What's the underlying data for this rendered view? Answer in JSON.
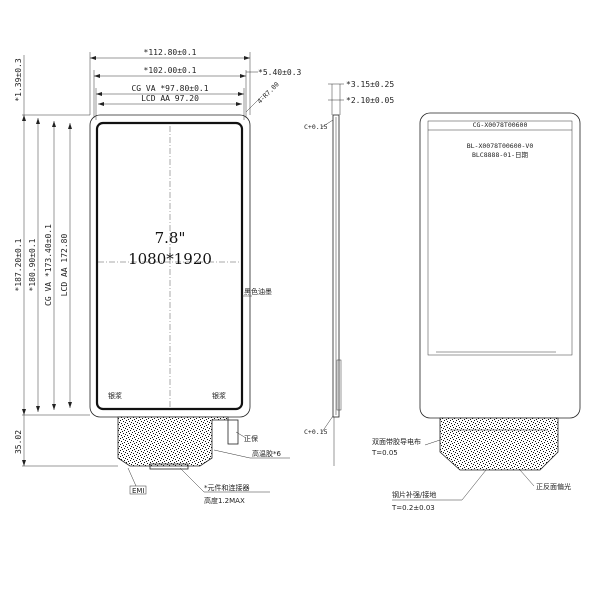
{
  "front_view": {
    "dims": {
      "outline_width": "*112.80±0.1",
      "cg_width": "*102.00±0.1",
      "cg_va_width": "CG VA *97.80±0.1",
      "lcd_aa_width": "LCD AA 97.20",
      "side_offset": "*5.40±0.3",
      "corner_radius": "4-R7.00",
      "top_offset": "*1.39±0.3",
      "outline_height": "*187.20±0.1",
      "cg_height": "*180.90±0.1",
      "cg_va_height": "CG VA *173.40±0.1",
      "lcd_aa_height": "LCD AA 172.80",
      "fpc_length": "35.02"
    },
    "display_size": "7.8\"",
    "resolution": "1080*1920",
    "labels": {
      "black_ink": "黑色油墨",
      "silver_paste_left": "银浆",
      "silver_paste_right": "银浆",
      "front_protect": "正保",
      "tape": "高温胶*6",
      "emi": "EMI",
      "component_connector": "*元件和连接器",
      "height_max": "高度1.2MAX"
    }
  },
  "side_view": {
    "dims": {
      "total_thickness": "*3.15±0.25",
      "panel_thickness": "*2.10±0.05",
      "chamfer_top": "C+0.15",
      "chamfer_bottom": "C+0.15"
    }
  },
  "back_view": {
    "part_no": "CG-X0078T00600",
    "label_line1": "BL-X0078T00600-V0",
    "label_line2": "BLC8888-01-日期",
    "labels": {
      "double_tape": "双面带胶导电布",
      "double_tape_t": "T=0.05",
      "polarizer": "正反面偏光",
      "steel_sheet": "钢片补强/接地",
      "steel_t": "T=0.2±0.03"
    }
  }
}
